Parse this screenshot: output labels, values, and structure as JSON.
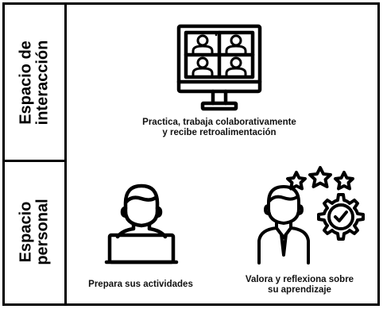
{
  "sections": {
    "top_label_line1": "Espacio de",
    "top_label_line2": "interacción",
    "bottom_label_line1": "Espacio",
    "bottom_label_line2": "personal"
  },
  "captions": {
    "interaction_line1": "Practica, trabaja colaborativamente",
    "interaction_line2": "y recibe retroalimentación",
    "prepare": "Prepara sus actividades",
    "reflect_line1": "Valora y reflexiona sobre",
    "reflect_line2": "su aprendizaje"
  },
  "icons": {
    "interaction": "video-conference-monitor-icon",
    "prepare": "person-at-laptop-icon",
    "reflect": "person-with-stars-and-gear-check-icon"
  },
  "colors": {
    "ink": "#000000",
    "background": "#ffffff"
  }
}
